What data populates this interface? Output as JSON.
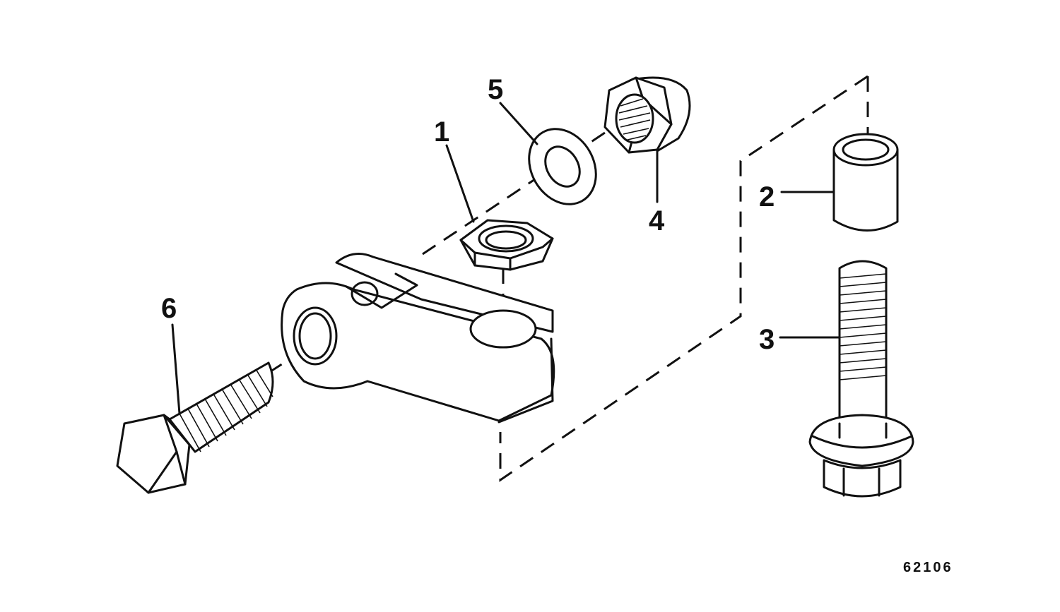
{
  "parts": [
    {
      "id": "1",
      "label": "1",
      "icon": "lock-nut-icon"
    },
    {
      "id": "2",
      "label": "2",
      "icon": "bushing-icon"
    },
    {
      "id": "3",
      "label": "3",
      "icon": "flange-bolt-icon"
    },
    {
      "id": "4",
      "label": "4",
      "icon": "hex-nut-icon"
    },
    {
      "id": "5",
      "label": "5",
      "icon": "washer-icon"
    },
    {
      "id": "6",
      "label": "6",
      "icon": "hex-bolt-icon"
    }
  ],
  "figure_number": "62106"
}
